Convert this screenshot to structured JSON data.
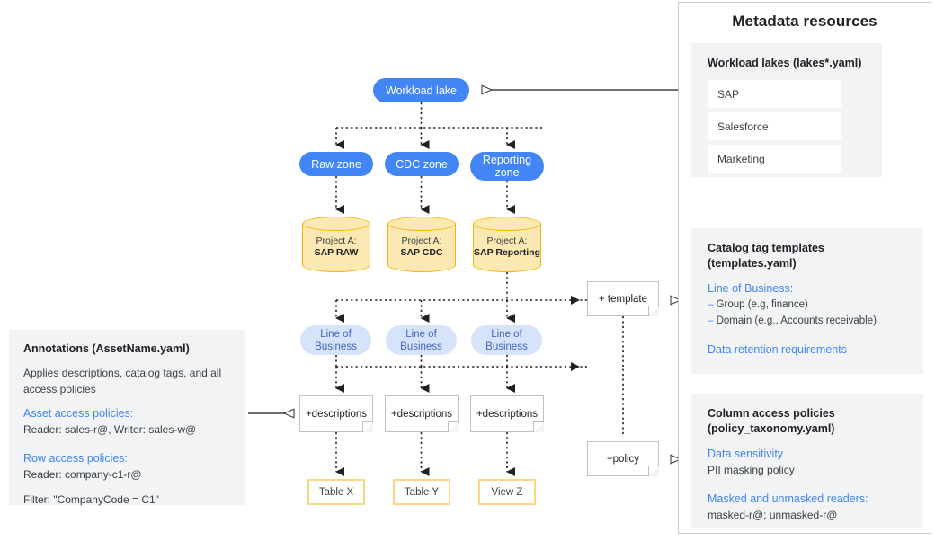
{
  "flow": {
    "workload_lake": "Workload lake",
    "zones": [
      {
        "id": "raw",
        "label": "Raw zone"
      },
      {
        "id": "cdc",
        "label": "CDC zone"
      },
      {
        "id": "reporting",
        "label": "Reporting zone"
      }
    ],
    "datasets": [
      {
        "project": "Project A:",
        "name": "SAP RAW"
      },
      {
        "project": "Project A:",
        "name": "SAP CDC"
      },
      {
        "project": "Project A:",
        "name": "SAP Reporting"
      }
    ],
    "lob_label": "Line of Business",
    "lob_line1": "Line of",
    "lob_line2": "Business",
    "descriptions_label": "+descriptions",
    "template_note": "+ template",
    "policy_note": "+policy",
    "outputs": [
      {
        "label": "Table X"
      },
      {
        "label": "Table Y"
      },
      {
        "label": "View Z"
      }
    ]
  },
  "annotations": {
    "title": "Annotations (AssetName.yaml)",
    "description": "Applies descriptions, catalog tags, and all access policies",
    "asset_access_heading": "Asset access policies:",
    "asset_access_value": "Reader: sales-r@, Writer: sales-w@",
    "row_access_heading": "Row access policies:",
    "row_access_value": "Reader: company-c1-r@",
    "filter_value": "Filter: \"CompanyCode = C1\""
  },
  "metadata": {
    "title": "Metadata resources",
    "lakes": {
      "heading": "Workload lakes (lakes*.yaml)",
      "items": [
        {
          "label": "SAP"
        },
        {
          "label": "Salesforce"
        },
        {
          "label": "Marketing"
        }
      ]
    },
    "templates": {
      "heading": "Catalog tag templates\n(templates.yaml)",
      "lob_heading": "Line of Business:",
      "bullets": [
        "Group (e.g, finance)",
        "Domain (e.g., Accounts receivable)"
      ],
      "retention_heading": "Data retention requirements",
      "dash": "–"
    },
    "policies": {
      "heading": "Column access policies\n(policy_taxonomy.yaml)",
      "sensitivity_heading": "Data sensitivity",
      "sensitivity_value": "PII masking policy",
      "readers_heading": "Masked and unmasked readers:",
      "readers_value": "masked-r@; unmasked-r@"
    }
  },
  "colors": {
    "accent_blue": "#4285f4",
    "light_blue": "#d6e4fb",
    "lob_text": "#4663b8",
    "cylinder_fill": "#fce8b2",
    "cylinder_border": "#f5b400",
    "table_border": "#fcd77f",
    "panel_gray": "#f1f3f4",
    "border_gray": "#bdc1c6"
  }
}
